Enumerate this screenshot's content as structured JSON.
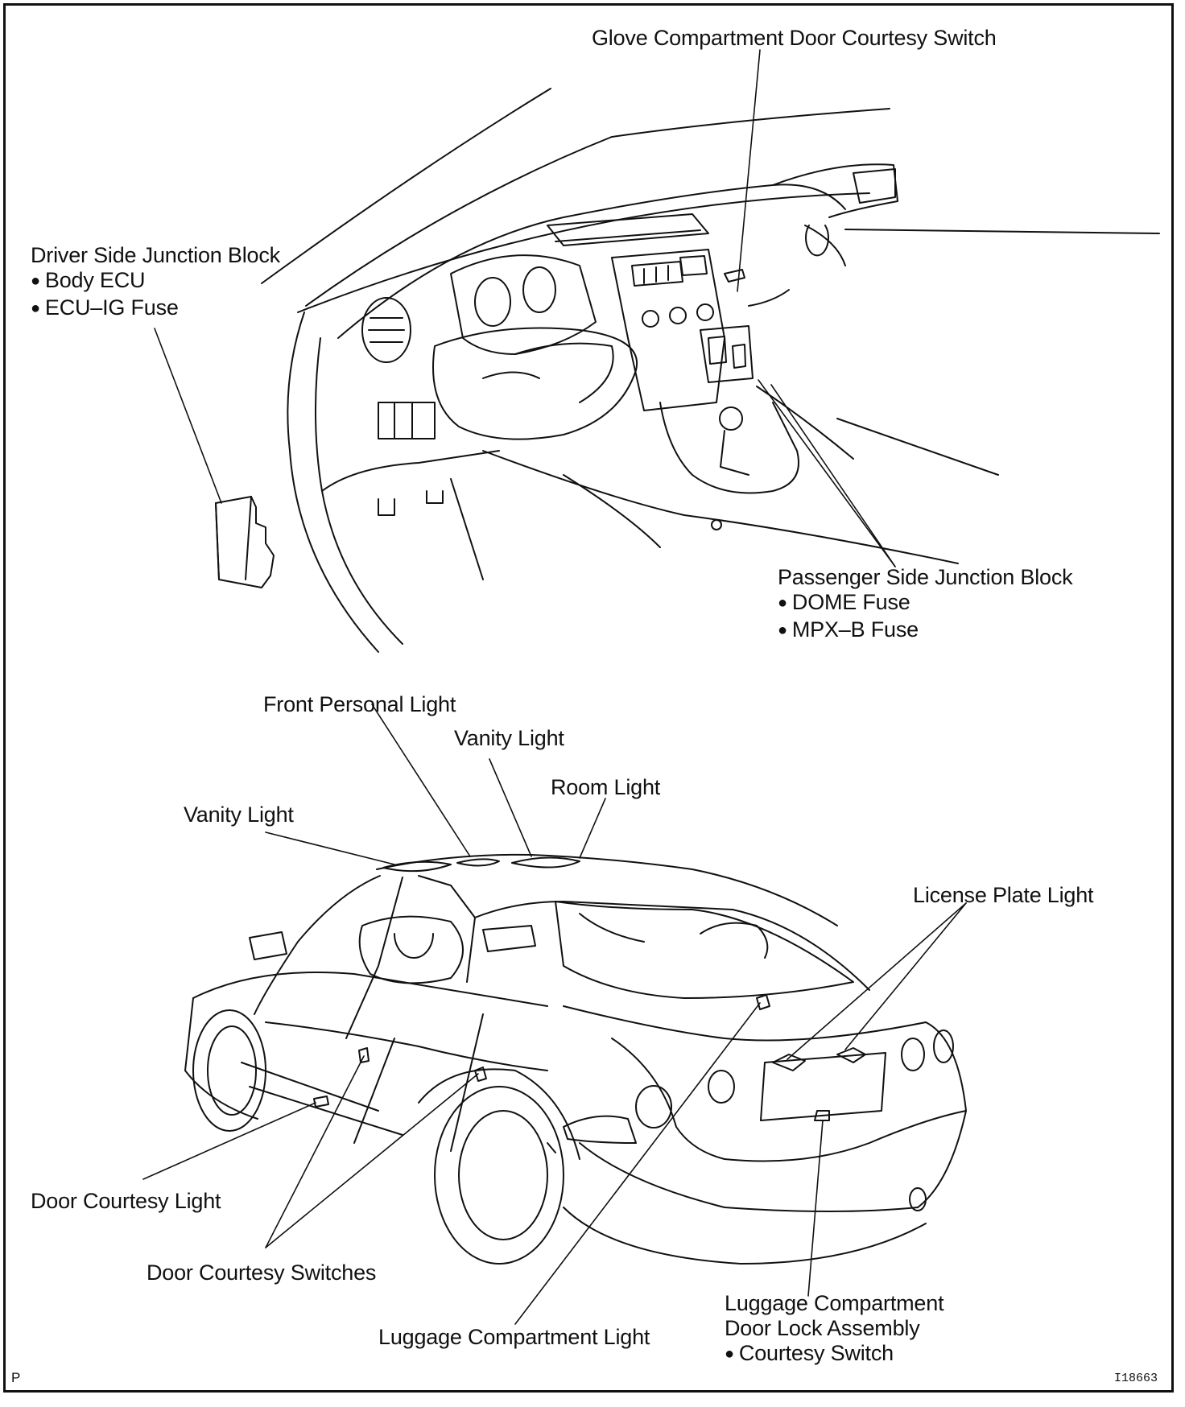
{
  "callouts": {
    "glove_switch": "Glove Compartment Door Courtesy Switch",
    "driver_jb": {
      "title": "Driver Side Junction Block",
      "items": [
        "Body ECU",
        "ECU–IG Fuse"
      ]
    },
    "passenger_jb": {
      "title": "Passenger Side Junction Block",
      "items": [
        "DOME Fuse",
        "MPX–B Fuse"
      ]
    },
    "front_personal_light": "Front Personal Light",
    "vanity_light_right": "Vanity Light",
    "room_light": "Room Light",
    "vanity_light_left": "Vanity Light",
    "license_plate_light": "License Plate Light",
    "door_courtesy_light": "Door Courtesy Light",
    "door_courtesy_switches": "Door Courtesy Switches",
    "luggage_light": "Luggage Compartment Light",
    "luggage_lock": {
      "lines": [
        "Luggage Compartment",
        "Door Lock Assembly"
      ],
      "items": [
        "Courtesy Switch"
      ]
    }
  },
  "corner_mark": "P",
  "figure_code": "I18663"
}
